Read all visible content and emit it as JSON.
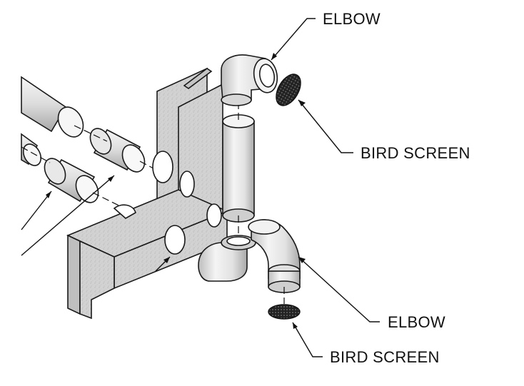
{
  "callouts": {
    "elbow_top": "ELBOW",
    "bird_screen_top": "BIRD SCREEN",
    "elbow_bottom": "ELBOW",
    "bird_screen_bottom": "BIRD SCREEN"
  },
  "colors": {
    "line": "#111111",
    "panel_fill": "#d4d4d4",
    "pipe_light": "#f4f4f4",
    "pipe_shade": "#bdbdbd",
    "screen_fill": "#2a2a2a"
  }
}
